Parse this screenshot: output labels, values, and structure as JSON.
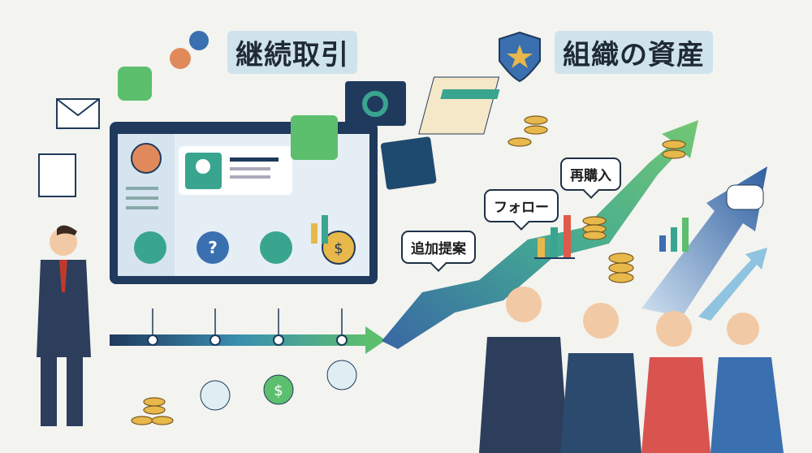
{
  "labels": {
    "continuous_trade": "継続取引",
    "organization_asset": "組織の資産"
  },
  "bubbles": {
    "additional_proposal": "追加提案",
    "follow_up": "フォロー",
    "repurchase": "再購入"
  },
  "colors": {
    "navy": "#1f3a5c",
    "teal": "#3aa58f",
    "green": "#5cbf6e",
    "blue": "#3a6fb0",
    "coin": "#e8b84a",
    "label_bg": "#cfe3ec"
  }
}
